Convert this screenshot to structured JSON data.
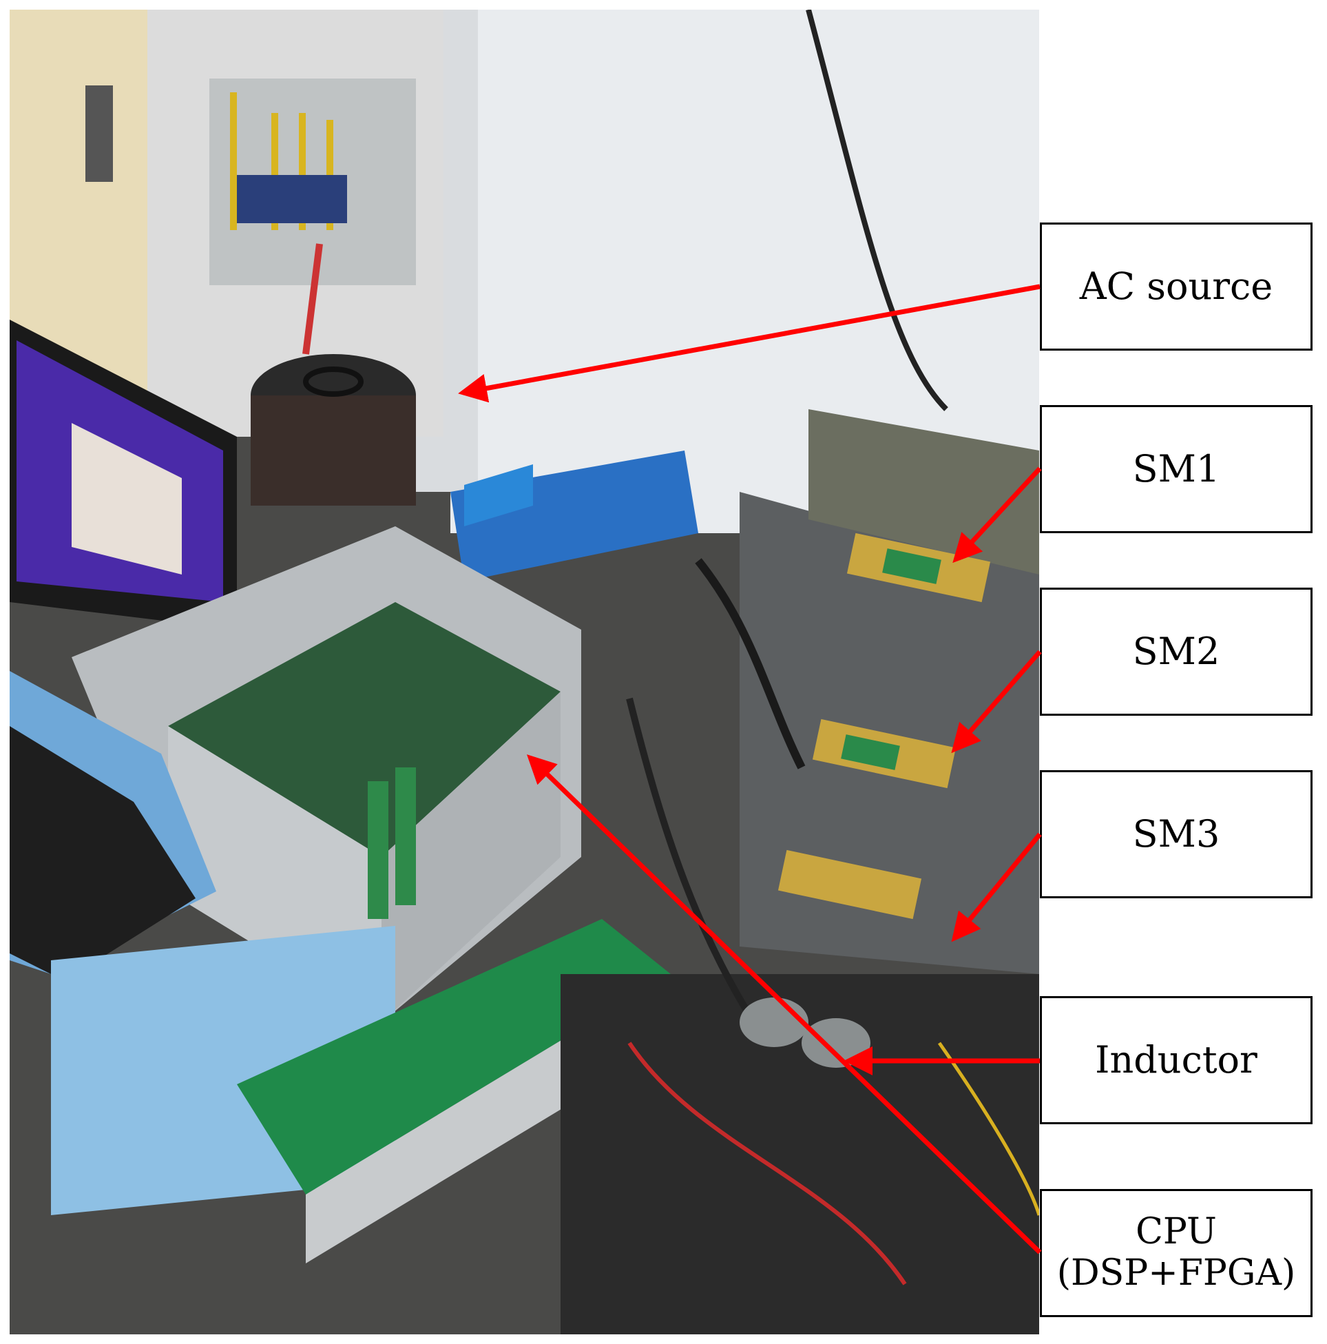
{
  "labels": {
    "ac_source": "AC source",
    "sm1": "SM1",
    "sm2": "SM2",
    "sm3": "SM3",
    "inductor": "Inductor",
    "cpu": "CPU\n(DSP+FPGA)"
  },
  "colors": {
    "arrow": "#ff0000",
    "box_border": "#000000",
    "box_fill": "#ffffff"
  }
}
